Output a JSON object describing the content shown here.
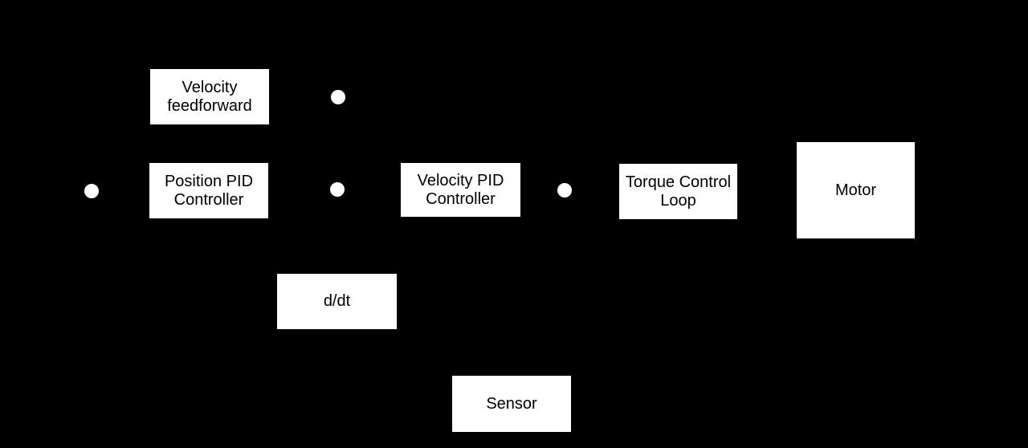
{
  "diagram": {
    "type": "block-diagram",
    "description": "Cascaded motor control loop diagram: position, velocity and torque loops with velocity feedforward, motor, differentiator and sensor feedback",
    "colors": {
      "background": "#000000",
      "block_fill": "#ffffff",
      "block_text": "#000000",
      "junction_fill": "#ffffff"
    },
    "blocks": [
      {
        "id": "velocity-feedforward",
        "label": "Velocity\nfeedforward"
      },
      {
        "id": "position-pid-controller",
        "label": "Position PID\nController"
      },
      {
        "id": "velocity-pid-controller",
        "label": "Velocity PID\nController"
      },
      {
        "id": "torque-control-loop",
        "label": "Torque Control\nLoop"
      },
      {
        "id": "motor",
        "label": "Motor"
      },
      {
        "id": "differentiator",
        "label": "d/dt"
      },
      {
        "id": "sensor",
        "label": "Sensor"
      }
    ],
    "junctions": [
      {
        "id": "summing-junction-position",
        "shape": "circle"
      },
      {
        "id": "summing-junction-feedforward",
        "shape": "circle"
      },
      {
        "id": "summing-junction-velocity",
        "shape": "circle"
      },
      {
        "id": "summing-junction-torque",
        "shape": "circle"
      }
    ]
  }
}
